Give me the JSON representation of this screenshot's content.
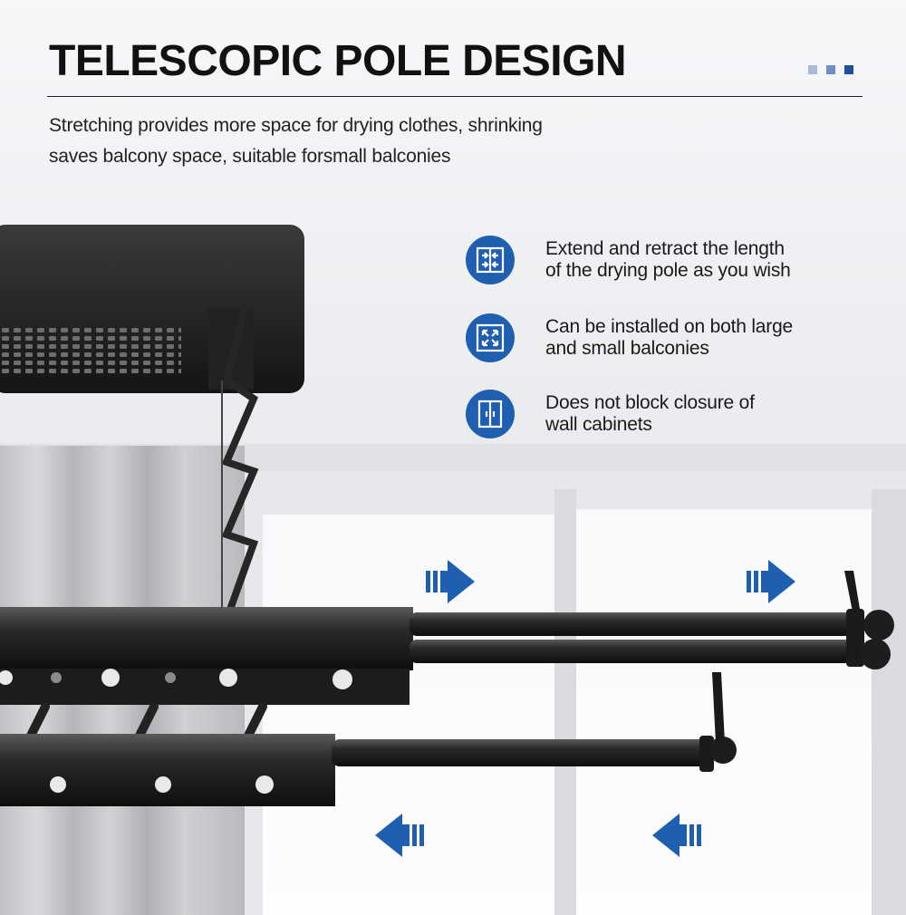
{
  "header": {
    "title": "TELESCOPIC POLE DESIGN",
    "subtitle_lines": [
      "Stretching provides more space for drying clothes, shrinking",
      "saves balcony space, suitable forsmall balconies"
    ]
  },
  "features": [
    {
      "icon": "extend-retract-icon",
      "lines": [
        "Extend and retract the length",
        "of the drying pole as you wish"
      ]
    },
    {
      "icon": "expand-arrows-icon",
      "lines": [
        "Can be installed on both large",
        "and small balconies"
      ]
    },
    {
      "icon": "cabinet-doors-icon",
      "lines": [
        "Does not block closure of",
        "wall cabinets"
      ]
    }
  ],
  "colors": {
    "accent_blue": "#1f5fb0",
    "dot_light": "#a9b9d6",
    "dot_mid": "#6f8fc4",
    "dot_dark": "#1f4f9d",
    "pole_black": "#1b1b1b"
  },
  "arrows": {
    "top_row": "right",
    "bottom_row": "left"
  }
}
